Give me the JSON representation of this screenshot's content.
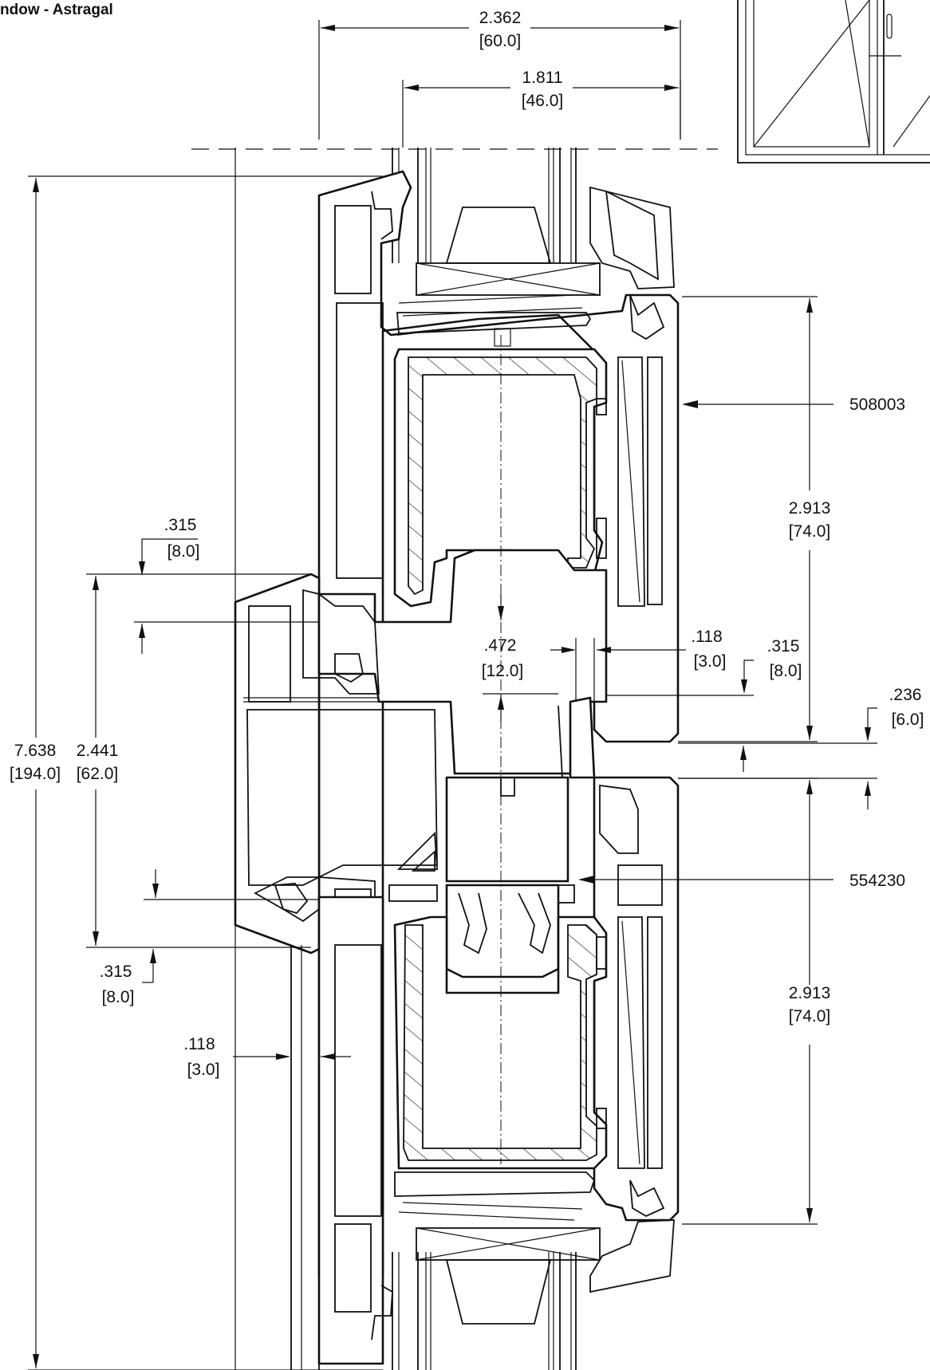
{
  "title": "ndow - Astragal",
  "dimensions": {
    "top_overall": {
      "value": "2.362",
      "metric": "[60.0]"
    },
    "top_inner": {
      "value": "1.811",
      "metric": "[46.0]"
    },
    "overall_height": {
      "value": "7.638",
      "metric": "[194.0]"
    },
    "astragal_height": {
      "value": "2.441",
      "metric": "[62.0]"
    },
    "upper_sash": {
      "value": "2.913",
      "metric": "[74.0]"
    },
    "lower_sash": {
      "value": "2.913",
      "metric": "[74.0]"
    },
    "left_offset_top": {
      "value": ".315",
      "metric": "[8.0]"
    },
    "left_offset_bottom": {
      "value": ".315",
      "metric": "[8.0]"
    },
    "center_gap": {
      "value": ".472",
      "metric": "[12.0]"
    },
    "center_small": {
      "value": ".118",
      "metric": "[3.0]"
    },
    "right_offset": {
      "value": ".315",
      "metric": "[8.0]"
    },
    "right_gap": {
      "value": ".236",
      "metric": "[6.0]"
    },
    "left_small": {
      "value": ".118",
      "metric": "[3.0]"
    }
  },
  "part_numbers": {
    "sash_profile": "508003",
    "astragal_profile": "554230"
  }
}
